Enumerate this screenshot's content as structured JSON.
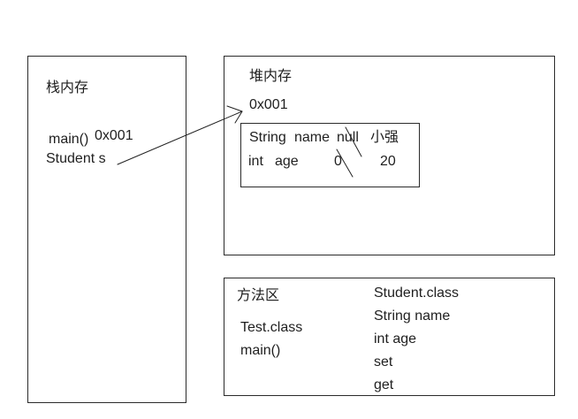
{
  "colors": {
    "background": "#ffffff",
    "ink": "#1f1f1f",
    "border": "#2b2b2b"
  },
  "stack": {
    "title": "栈内存",
    "method_label": "main()",
    "address": "0x001",
    "variable": "Student s"
  },
  "heap": {
    "title": "堆内存",
    "address": "0x001",
    "object": {
      "fields": [
        {
          "type": "String",
          "name": "name",
          "old": "null",
          "new": "小强"
        },
        {
          "type": "int",
          "name": "age",
          "old": "0",
          "new": "20"
        }
      ]
    }
  },
  "method_area": {
    "title": "方法区",
    "left_items": [
      "Test.class",
      "main()"
    ],
    "right_items": [
      "Student.class",
      "String name",
      "int age",
      "set",
      "get"
    ]
  }
}
